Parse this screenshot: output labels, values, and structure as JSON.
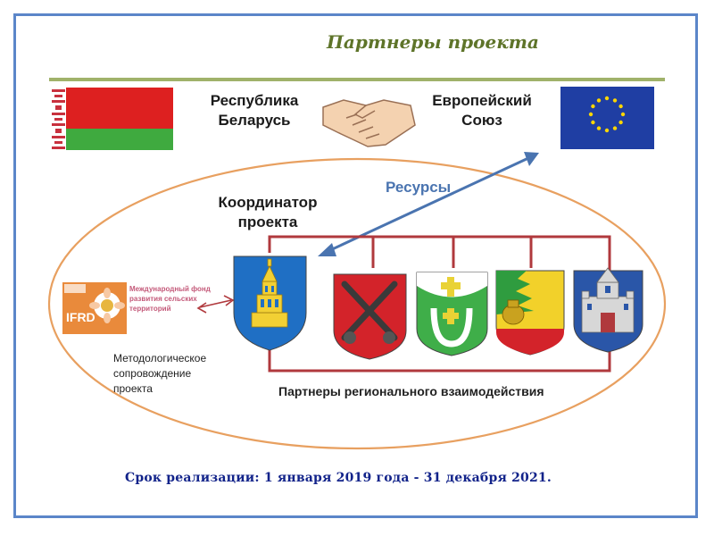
{
  "title": "Партнеры проекта",
  "republic": {
    "line1": "Республика",
    "line2": "Беларусь"
  },
  "union": {
    "line1": "Европейский",
    "line2": "Союз"
  },
  "resources_label": "Ресурсы",
  "coordinator": {
    "line1": "Координатор",
    "line2": "проекта"
  },
  "ifrd": {
    "logo_text": "IFRD",
    "caption": "Международный фонд развития сельских территорий"
  },
  "methodology": {
    "line1": "Методологическое",
    "line2": "сопровождение",
    "line3": "проекта"
  },
  "partners_label": "Партнеры регионального взаимодействия",
  "term": "Срок реализации:  1 января 2019 года - 31 декабря  2021.",
  "colors": {
    "border": "#5b86c9",
    "title": "#5e7429",
    "ellipse": "#e8a060",
    "arrow": "#4a74b0",
    "bracket": "#b0393d",
    "term": "#12238a"
  }
}
